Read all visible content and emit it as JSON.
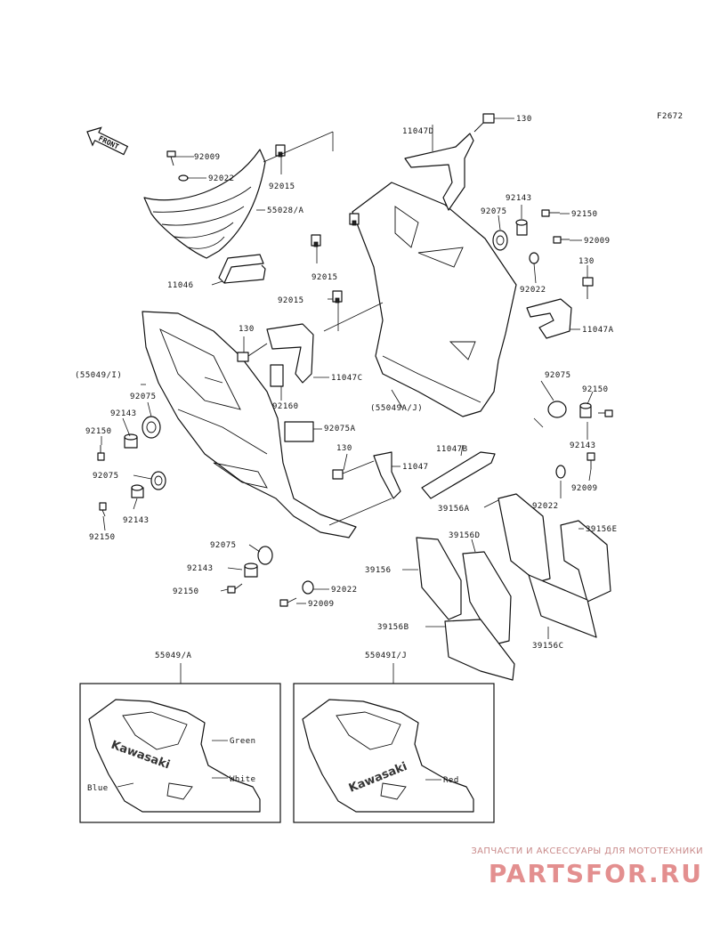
{
  "diagram_code": "F2672",
  "front_label": "FRONT",
  "parts": {
    "p_92009_a": "92009",
    "p_92022_a": "92022",
    "p_92015_a": "92015",
    "p_55028": "55028/A",
    "p_11046": "11046",
    "p_11047d": "11047D",
    "p_130_a": "130",
    "p_92143_a": "92143",
    "p_92075_a": "92075",
    "p_92150_a": "92150",
    "p_92009_b": "92009",
    "p_92015_b": "92015",
    "p_92015_c": "92015",
    "p_92022_b": "92022",
    "p_130_b": "130",
    "p_11047a": "11047A",
    "p_130_c": "130",
    "p_55049i": "(55049/I)",
    "p_11047c": "11047C",
    "p_92075_b": "92075",
    "p_92143_b": "92143",
    "p_92150_b": "92150",
    "p_92160": "92160",
    "p_55049aj": "(55049A/J)",
    "p_92075_c": "92075",
    "p_92150_c": "92150",
    "p_92143_c": "92143",
    "p_92075a": "92075A",
    "p_11047b": "11047B",
    "p_130_d": "130",
    "p_11047": "11047",
    "p_92075_d": "92075",
    "p_92143_d": "92143",
    "p_92150_d": "92150",
    "p_92009_c": "92009",
    "p_92022_c": "92022",
    "p_39156a": "39156A",
    "p_39156d": "39156D",
    "p_39156e": "39156E",
    "p_39156": "39156",
    "p_39156b": "39156B",
    "p_39156c": "39156C",
    "p_92075_e": "92075",
    "p_92143_e": "92143",
    "p_92150_e": "92150",
    "p_92022_d": "92022",
    "p_92009_d": "92009"
  },
  "inset_left": {
    "title": "55049/A",
    "brand": "Kawasaki",
    "colors": {
      "green": "Green",
      "white": "White",
      "blue": "Blue"
    }
  },
  "inset_right": {
    "title": "55049I/J",
    "brand": "Kawasaki",
    "colors": {
      "red": "Red"
    }
  },
  "watermark": {
    "tagline": "ЗАПЧАСТИ И АКСЕССУАРЫ ДЛЯ МОТОТЕХНИКИ",
    "logo": "PARTSFOR.RU",
    "color": "#e38f8f"
  }
}
